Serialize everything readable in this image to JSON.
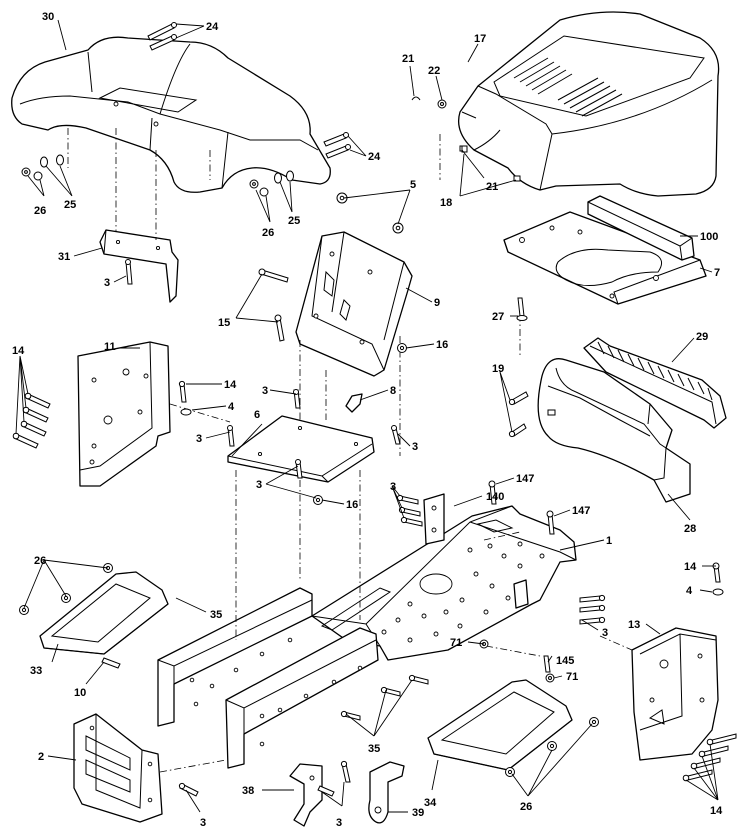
{
  "labels": {
    "l30": "30",
    "l24a": "24",
    "l24b": "24",
    "l26a": "26",
    "l25a": "25",
    "l26b": "26",
    "l25b": "25",
    "l31": "31",
    "l3a": "3",
    "l17": "17",
    "l21a": "21",
    "l22": "22",
    "l21b": "21",
    "l18": "18",
    "l5": "5",
    "l100": "100",
    "l7": "7",
    "l27": "27",
    "l15": "15",
    "l9": "9",
    "l16a": "16",
    "l14a": "14",
    "l11": "11",
    "l14b": "14",
    "l4a": "4",
    "l3b": "3",
    "l8": "8",
    "l6": "6",
    "l3c": "3",
    "l3d": "3",
    "l3e": "3",
    "l16b": "16",
    "l29": "29",
    "l19": "19",
    "l28": "28",
    "l147a": "147",
    "l140": "140",
    "l3f": "3",
    "l147b": "147",
    "l1": "1",
    "l26c": "26",
    "l35a": "35",
    "l33": "33",
    "l10": "10",
    "l3g": "3",
    "l71a": "71",
    "l145": "145",
    "l71b": "71",
    "l14c": "14",
    "l4b": "4",
    "l13": "13",
    "l2": "2",
    "l3h": "3",
    "l35b": "35",
    "l38": "38",
    "l3i": "3",
    "l39": "39",
    "l34": "34",
    "l26d": "26",
    "l14d": "14"
  },
  "icons": {
    "bolt": "bolt-icon",
    "nut": "nut-icon",
    "washer": "washer-icon"
  }
}
